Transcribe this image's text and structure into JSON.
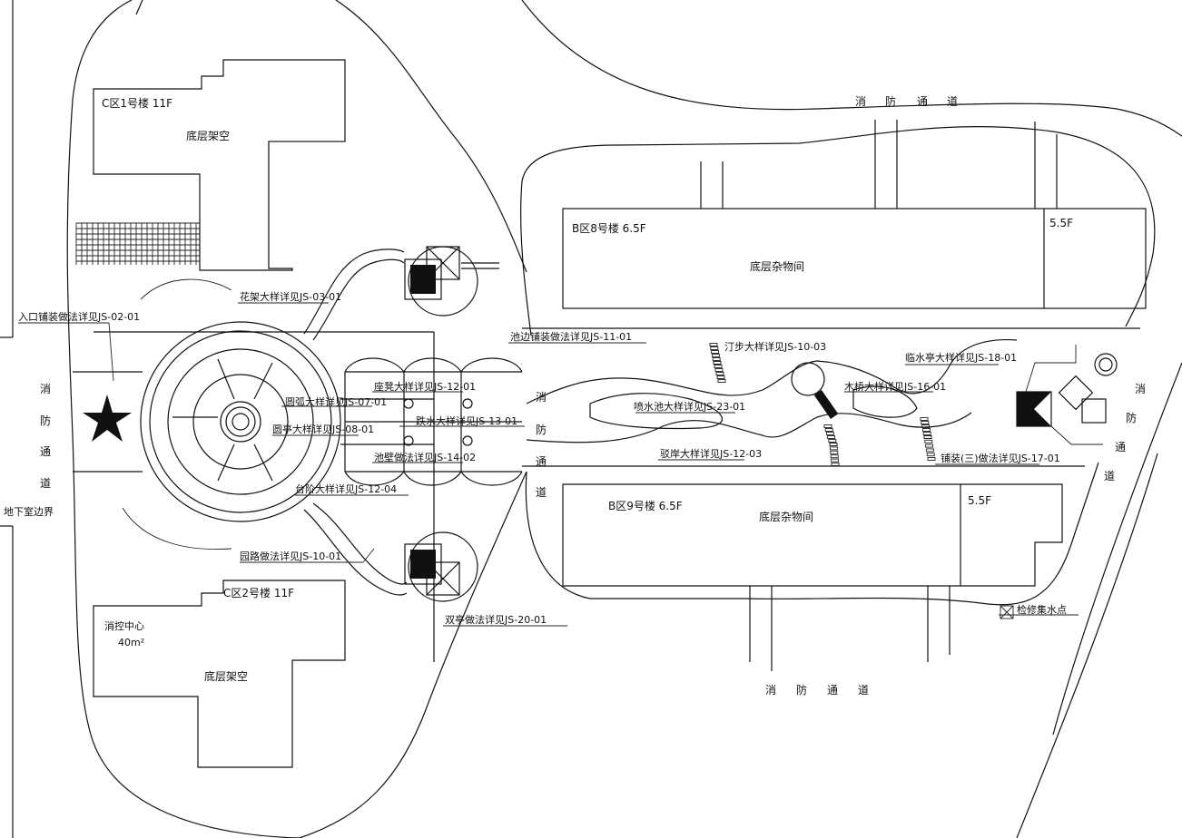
{
  "buildings": {
    "c1": {
      "name": "C区1号楼 11F",
      "ground": "底层架空"
    },
    "c2": {
      "name": "C区2号楼 11F",
      "ground": "底层架空",
      "center": "消控中心",
      "area": "40m²"
    },
    "b8": {
      "name": "B区8号楼 6.5F",
      "ground": "底层杂物间",
      "annex": "5.5F"
    },
    "b9": {
      "name": "B区9号楼 6.5F",
      "ground": "底层杂物间",
      "annex": "5.5F"
    }
  },
  "roads": {
    "fire_lane_chars": [
      "消",
      "防",
      "通",
      "道"
    ]
  },
  "boundary": {
    "basement": "地下室边界"
  },
  "callouts": {
    "entrance": "入口铺装做法详见JS-02-01",
    "flower_stand": "花架大样详见JS-03-01",
    "pool_paving": "池边铺装做法详见JS-11-01",
    "stepping": "汀步大样详见JS-10-03",
    "waterside_pavilion": "临水亭大样详见JS-18-01",
    "wood_bridge": "木桥大样详见JS-16-01",
    "seat": "座凳大样详见JS-12-01",
    "spray_pool": "喷水池大样详见JS-23-01",
    "round_seat": "圆弧大样详见JS-07-01",
    "garden_bridge": "圆亭大样详见JS-08-01",
    "jump_water": "跌水大样详见JS-13-01",
    "pool_wall": "池壁做法详见JS-14-02",
    "revetment": "驳岸大样详见JS-12-03",
    "steps": "台阶大样详见JS-12-04",
    "paving3": "铺装(三)做法详见JS-17-01",
    "garden_path": "园路做法详见JS-10-01",
    "double_pavilion": "双亭做法详见JS-20-01",
    "drainage": "检修集水点"
  }
}
